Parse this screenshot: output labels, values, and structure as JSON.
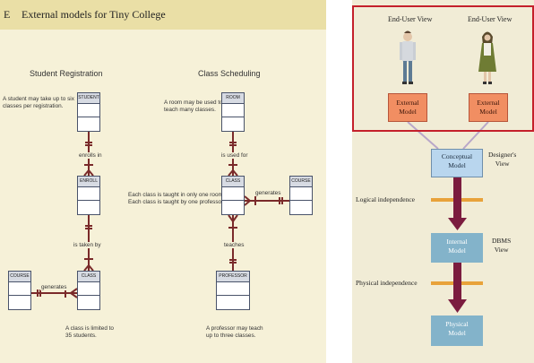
{
  "left_panel": {
    "title_letter": "E",
    "title": "External models for Tiny College",
    "student_registration": {
      "title": "Student Registration",
      "note_top": "A student may take up to six\nclasses per registration.",
      "note_bottom": "A class is limited to\n35 students.",
      "entity_student": "STUDENT",
      "entity_enroll": "ENROLL",
      "entity_class": "CLASS",
      "entity_course": "COURSE",
      "rel_enrolls_in": "enrolls in",
      "rel_is_taken_by": "is taken by",
      "rel_generates": "generates"
    },
    "class_scheduling": {
      "title": "Class Scheduling",
      "note_room": "A room may be used to\nteach many classes.",
      "note_class": "Each class is taught in only one room.\nEach class is taught by one professor.",
      "note_professor": "A professor may teach\nup to three classes.",
      "entity_room": "ROOM",
      "entity_class": "CLASS",
      "entity_course": "COURSE",
      "entity_professor": "PROFESSOR",
      "rel_is_used_for": "is used for",
      "rel_generates": "generates",
      "rel_teaches": "teaches"
    }
  },
  "right_panel": {
    "end_user_view_1": "End-User View",
    "end_user_view_2": "End-User View",
    "external_model_1": "External\nModel",
    "external_model_2": "External\nModel",
    "conceptual_model": "Conceptual\nModel",
    "designers_view": "Designer's\nView",
    "logical_independence": "Logical independence",
    "internal_model": "Internal\nModel",
    "dbms_view": "DBMS\nView",
    "physical_independence": "Physical independence",
    "physical_model": "Physical\nModel"
  },
  "colors": {
    "left_background": "#f6f1d8",
    "title_bar": "#eadfa6",
    "relationship_line": "#7a2a2a",
    "entity_border": "#49536a",
    "external_model": "#f18e62",
    "conceptual_model": "#b9d6ee",
    "internal_physical_model": "#83b3ca",
    "arrow": "#7b1c3f",
    "independence_bar": "#e8a23a",
    "highlight_frame": "#c4202b"
  }
}
